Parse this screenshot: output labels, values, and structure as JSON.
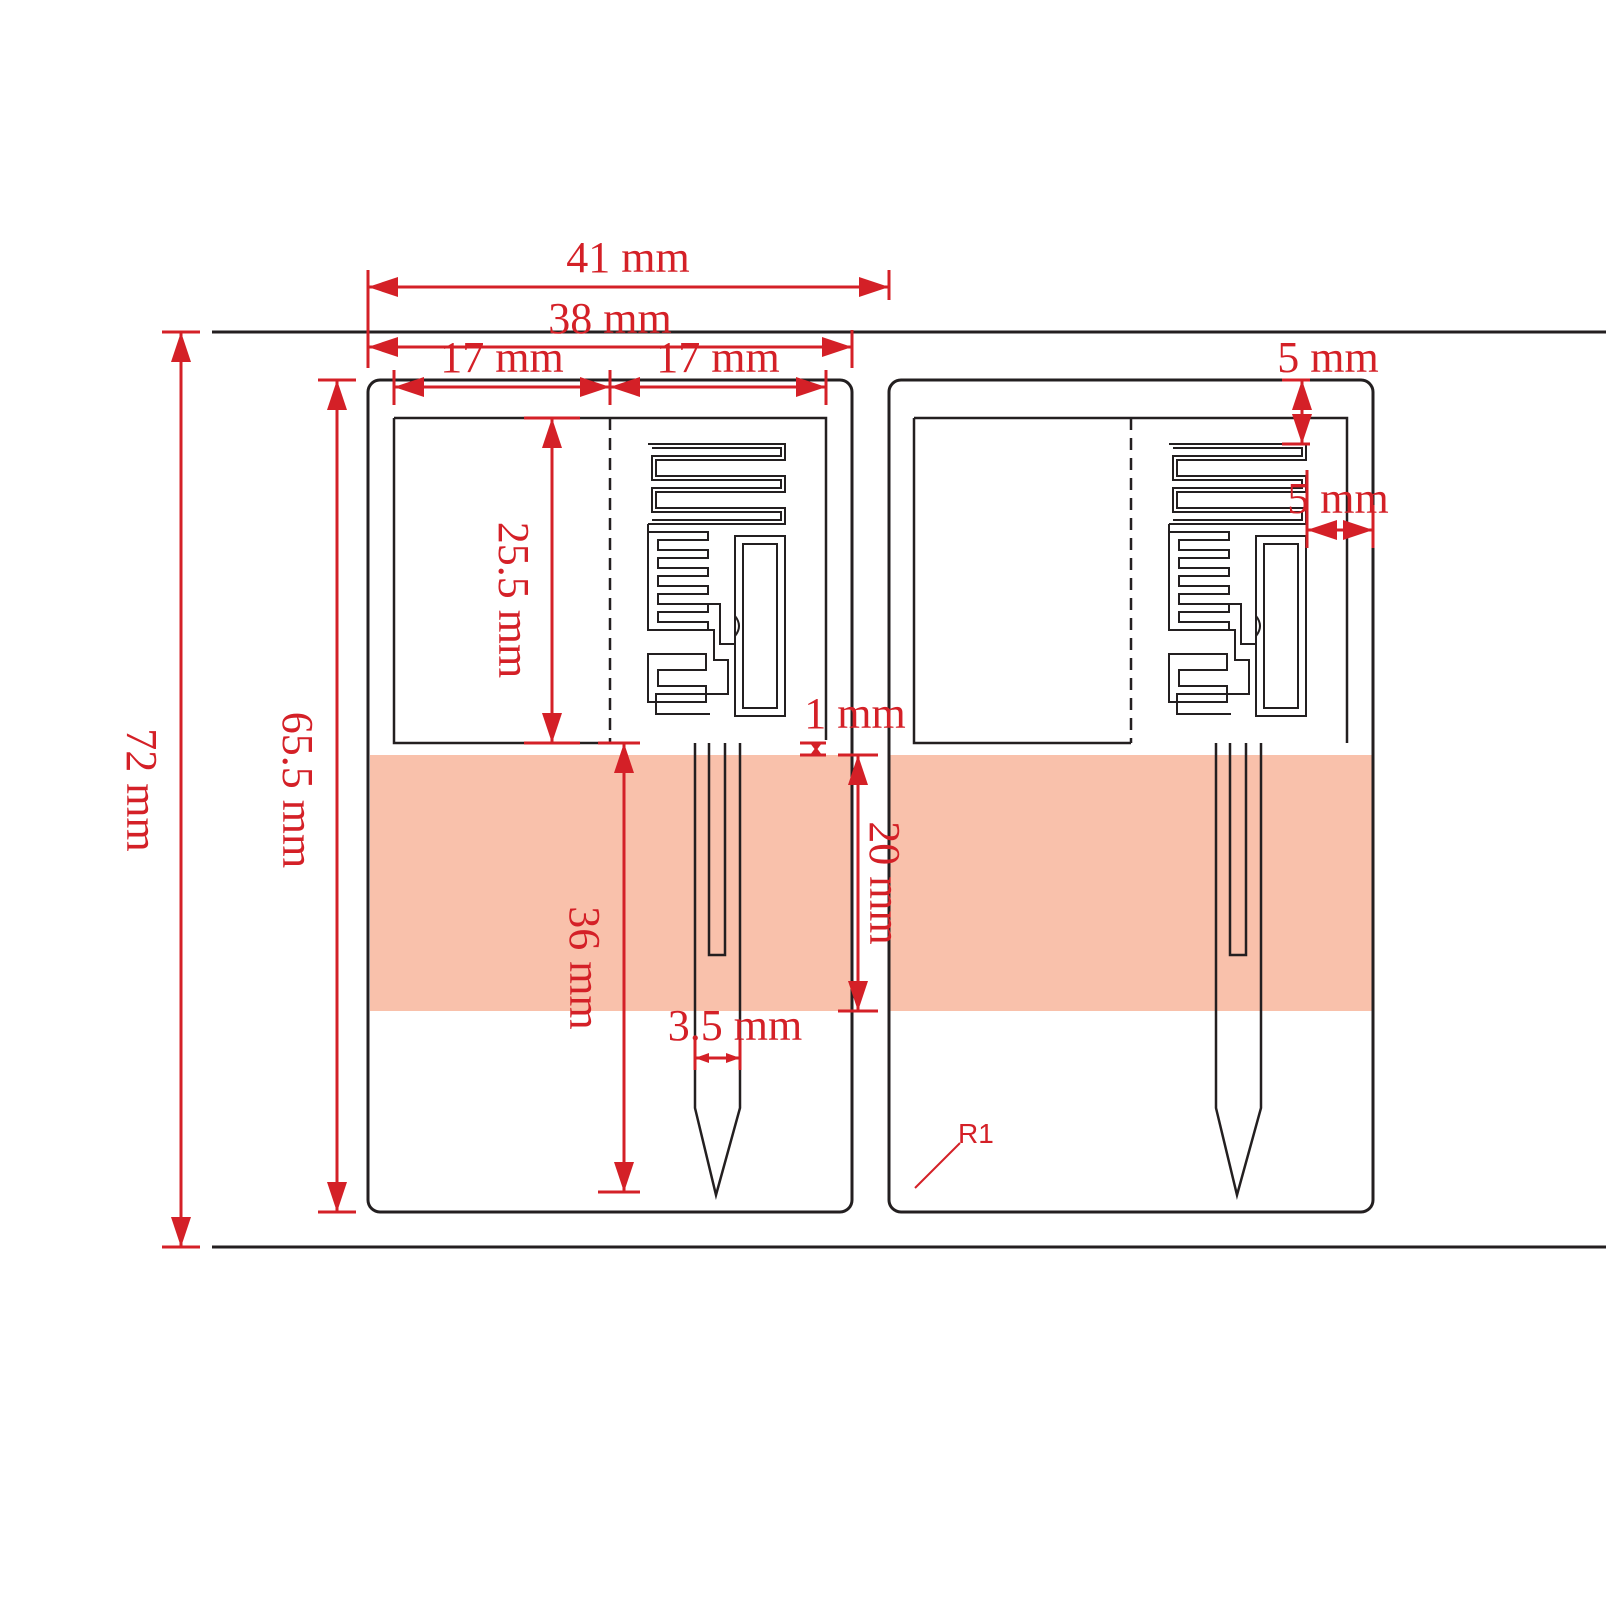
{
  "colors": {
    "dimension": "#d42027",
    "outline": "#231f20",
    "band": "#f9c1ab",
    "background": "#ffffff"
  },
  "dimensions": {
    "total_width": "41 mm",
    "inner_width": "38 mm",
    "left_half": "17 mm",
    "right_half": "17 mm",
    "top_margin": "5 mm",
    "side_margin": "5 mm",
    "inlay_height": "25.5 mm",
    "label_height": "65.5 mm",
    "liner_height": "72 mm",
    "gap": "1 mm",
    "band_height": "20 mm",
    "spike_length": "36 mm",
    "spike_width": "3.5 mm"
  },
  "corner_radius_label": "R1"
}
